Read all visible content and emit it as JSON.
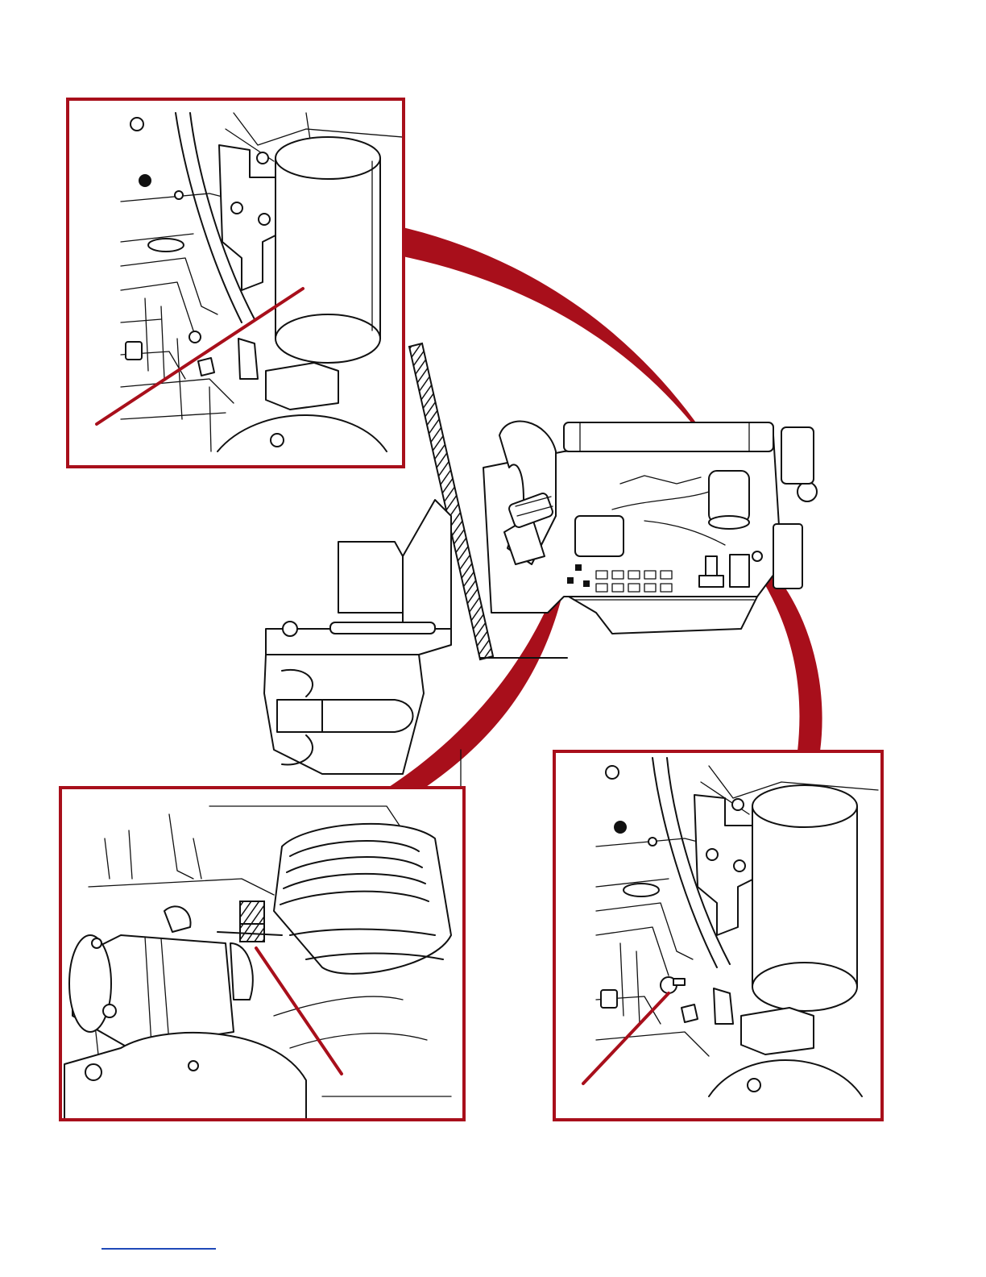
{
  "colors": {
    "accent": "#a80f1b",
    "ink": "#111111",
    "paper": "#ffffff",
    "link": "#1f49b8"
  },
  "diagram": {
    "main_view": "engine-and-sterndrive-side-view",
    "detail_views": [
      {
        "id": "detail-top-left",
        "depicts": "fuel-filter-and-sensor-closeup"
      },
      {
        "id": "detail-bottom-left",
        "depicts": "starter-motor-closeup"
      },
      {
        "id": "detail-bottom-right",
        "depicts": "fuel-filter-and-sender-closeup"
      }
    ]
  },
  "footer": {
    "link_text": ""
  }
}
